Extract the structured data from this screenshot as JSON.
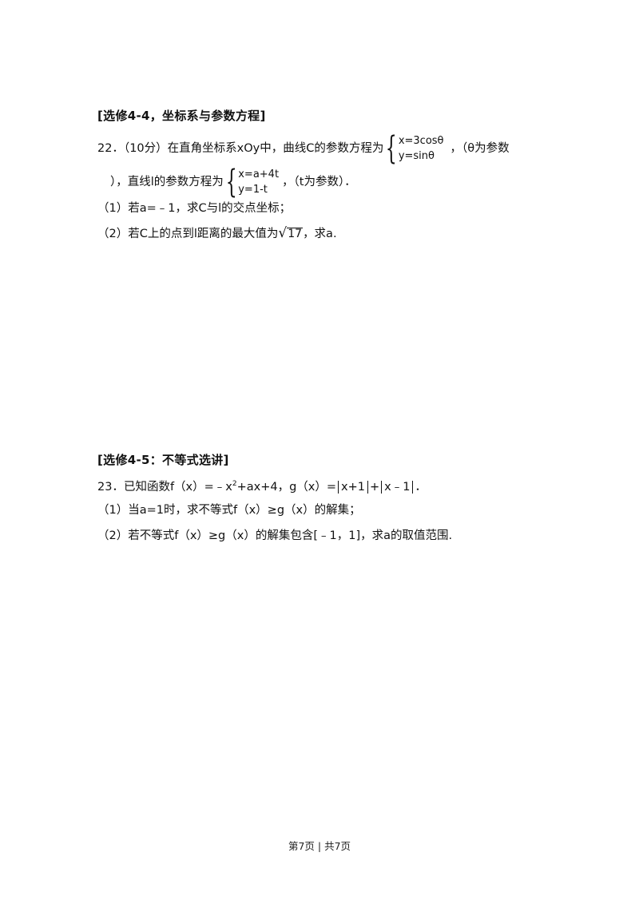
{
  "section1": {
    "title": "[选修4-4，坐标系与参数方程]"
  },
  "q22": {
    "number": "22．",
    "line1_pre": "（10分）在直角坐标系xOy中，曲线C的参数方程为",
    "sys_c_row1": "x=3cosθ",
    "sys_c_row2": "y=sinθ",
    "line1_post": "，（θ为参数",
    "line2_pre": "），直线l的参数方程为",
    "sys_l_row1": "x=a+4t",
    "sys_l_row2": "y=1-t",
    "line2_post": "，（t为参数）．",
    "part1": "（1）若a=﹣1，求C与l的交点坐标；",
    "part2_pre": "（2）若C上的点到l距离的最大值为",
    "part2_sqrt": "17",
    "part2_post": "，求a."
  },
  "section2": {
    "title": "[选修4-5：不等式选讲]"
  },
  "q23": {
    "number": "23．",
    "stem_pre": "已知函数f（x）=﹣x",
    "stem_sup": "2",
    "stem_mid": "+ax+4，g（x）=",
    "abs1": "x+1",
    "plus": "+",
    "abs2": "x﹣1",
    "stem_end": "．",
    "part1": "（1）当a=1时，求不等式f（x）≥g（x）的解集；",
    "part2_pre": "（2）若不等式f（x）≥g（x）的解集包含",
    "part2_interval": "[﹣1，1]",
    "part2_post": "，求a的取值范围."
  },
  "footer": {
    "text": "第7页 | 共7页"
  }
}
